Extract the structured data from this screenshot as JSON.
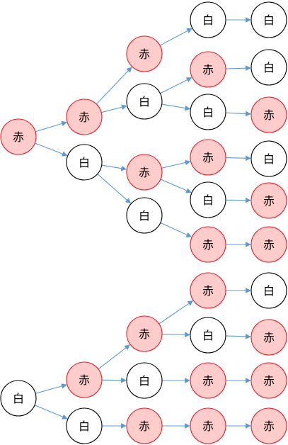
{
  "labels": {
    "red": "赤",
    "white": "白"
  },
  "colors": {
    "red_fill": "#ffcccc",
    "red_stroke": "#e8202a",
    "white_fill": "#ffffff",
    "white_stroke": "#000000",
    "arrow": "#5b9bd5"
  },
  "trees": [
    {
      "color": "red",
      "children": [
        {
          "color": "red",
          "children": [
            {
              "color": "red",
              "children": [
                {
                  "color": "white",
                  "children": [
                    {
                      "color": "white"
                    }
                  ]
                }
              ]
            },
            {
              "color": "white",
              "children": [
                {
                  "color": "red",
                  "children": [
                    {
                      "color": "white"
                    }
                  ]
                },
                {
                  "color": "white",
                  "children": [
                    {
                      "color": "red"
                    }
                  ]
                }
              ]
            }
          ]
        },
        {
          "color": "white",
          "children": [
            {
              "color": "red",
              "children": [
                {
                  "color": "red",
                  "children": [
                    {
                      "color": "white"
                    }
                  ]
                },
                {
                  "color": "white",
                  "children": [
                    {
                      "color": "red"
                    }
                  ]
                }
              ]
            },
            {
              "color": "white",
              "children": [
                {
                  "color": "red",
                  "children": [
                    {
                      "color": "red"
                    }
                  ]
                }
              ]
            }
          ]
        }
      ]
    },
    {
      "color": "white",
      "children": [
        {
          "color": "red",
          "children": [
            {
              "color": "red",
              "children": [
                {
                  "color": "red",
                  "children": [
                    {
                      "color": "white"
                    }
                  ]
                },
                {
                  "color": "white",
                  "children": [
                    {
                      "color": "red"
                    }
                  ]
                }
              ]
            },
            {
              "color": "white",
              "children": [
                {
                  "color": "red",
                  "children": [
                    {
                      "color": "red"
                    }
                  ]
                }
              ]
            }
          ]
        },
        {
          "color": "white",
          "children": [
            {
              "color": "red",
              "children": [
                {
                  "color": "red",
                  "children": [
                    {
                      "color": "red"
                    }
                  ]
                }
              ]
            }
          ]
        }
      ]
    }
  ]
}
